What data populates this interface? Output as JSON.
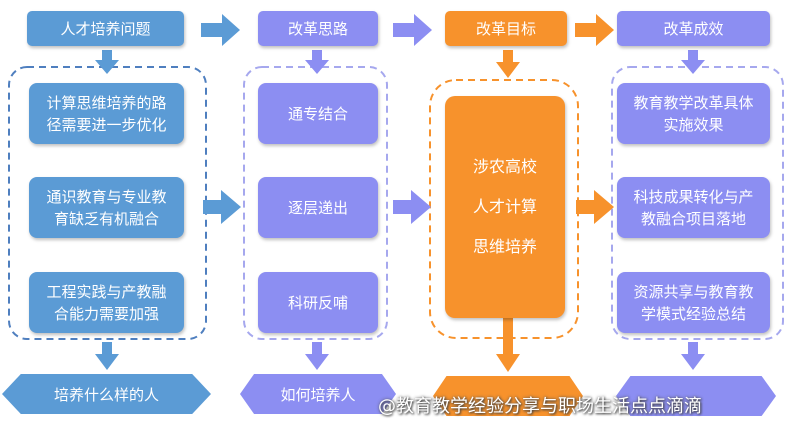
{
  "headers": [
    "人才培养问题",
    "改革思路",
    "改革目标",
    "改革成效"
  ],
  "problems": [
    "计算思维培养的路\n径需要进一步优化",
    "通识教育与专业教\n育缺乏有机融合",
    "工程实践与产教融\n合能力需要加强"
  ],
  "approaches": [
    "通专结合",
    "逐层递出",
    "科研反哺"
  ],
  "goal_center": "涉农高校\n人才计算\n思维培养",
  "results": [
    "教育教学改革具体\n实施效果",
    "科技成果转化与产\n教融合项目落地",
    "资源共享与教育教\n学模式经验总结"
  ],
  "bottoms": [
    "培养什么样的人",
    "如何培养人",
    "",
    ""
  ],
  "watermark": "@教育教学经验分享与职场生活点点滴滴",
  "colors": {
    "blue": "#5b9bd5",
    "purple": "#8c8ef2",
    "orange": "#f7922c",
    "dash_blue": "#4f7fbf",
    "dash_purple": "#a6a8ee",
    "dash_orange": "#f7922c"
  }
}
